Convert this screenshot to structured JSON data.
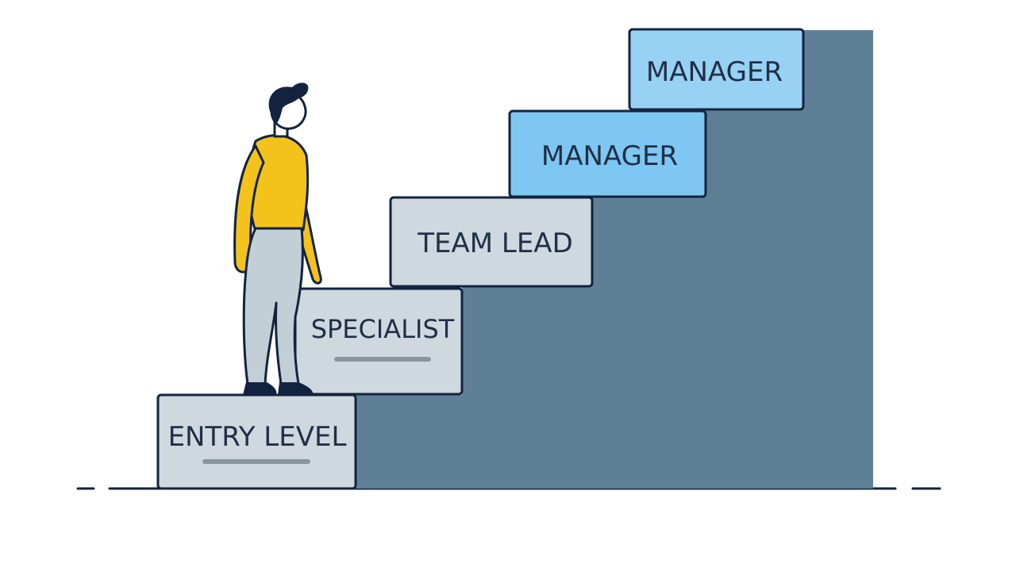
{
  "diagram": {
    "steps": [
      {
        "label": "ENTRY LEVEL",
        "fill": "#cfd8df",
        "underline": true
      },
      {
        "label": "SPECIALIST",
        "fill": "#cfd8df",
        "underline": true
      },
      {
        "label": "TEAM LEAD",
        "fill": "#cfd8df",
        "underline": false
      },
      {
        "label": "MANAGER",
        "fill": "#7ec7f2",
        "underline": false
      },
      {
        "label": "MANAGER",
        "fill": "#97d1f4",
        "underline": false
      }
    ],
    "colors": {
      "outline": "#13233f",
      "staircase_body": "#5f7f96",
      "underline": "#8a969e",
      "shirt": "#f3c31b",
      "pants": "#c3cfd7",
      "hair": "#13233f",
      "skin": "#ffffff",
      "shoes": "#13233f"
    },
    "icons": [
      "person-climbing-icon"
    ]
  }
}
